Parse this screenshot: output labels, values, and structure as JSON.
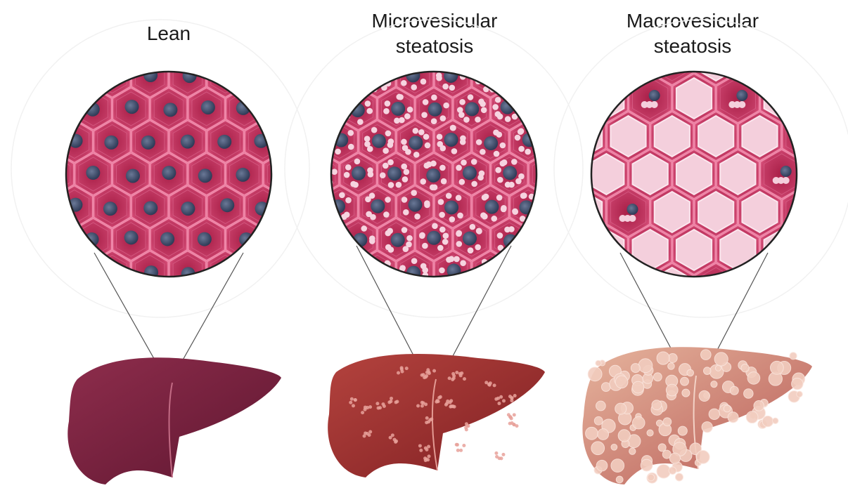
{
  "panels": [
    {
      "key": "lean",
      "title": "Lean",
      "fat": "none"
    },
    {
      "key": "micro",
      "title": "Microvesicular\nsteatosis",
      "fat": "small droplets"
    },
    {
      "key": "macro",
      "title": "Macrovesicular\nsteatosis",
      "fat": "large droplets"
    }
  ],
  "colors": {
    "tissue_lean": "#b8274f",
    "tissue_mid": "#c93561",
    "cell_border": "#e86a92",
    "nucleus": "#3e4e6e",
    "fat_droplet": "#f6d4e0",
    "liver_lean": "#7a1f3d",
    "liver_micro": "#9e2a30",
    "liver_macro": "#d99a86"
  }
}
